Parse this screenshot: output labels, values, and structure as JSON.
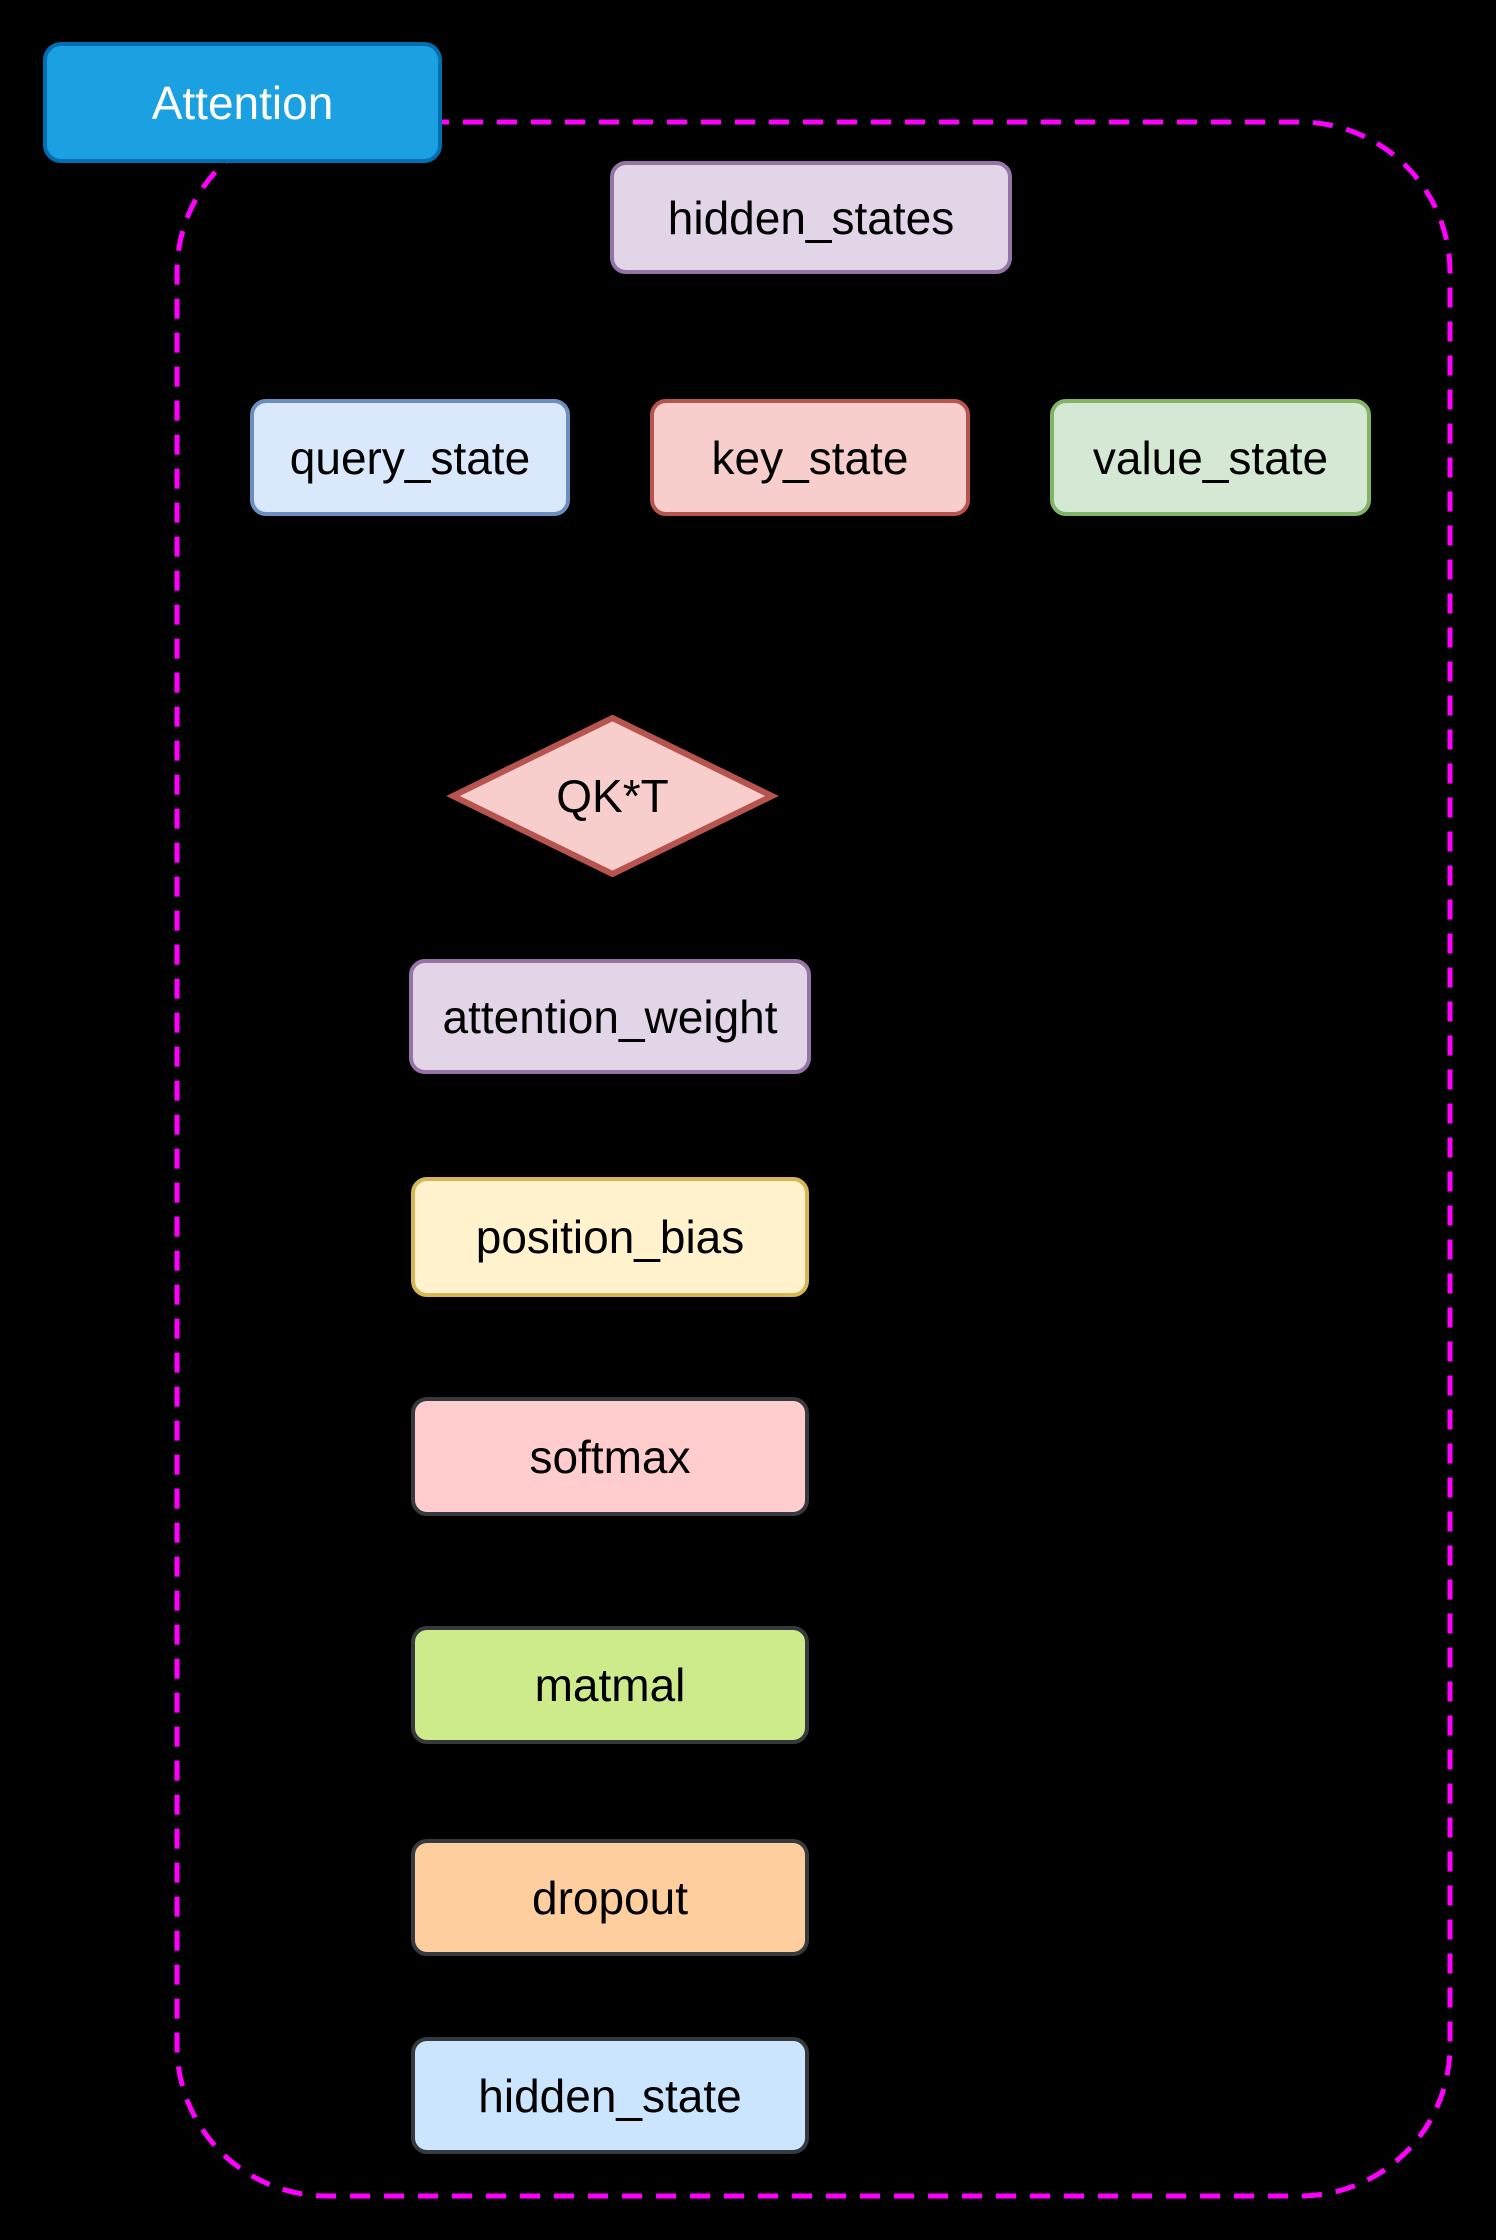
{
  "diagram": {
    "group": {
      "label": "Attention",
      "fill": "#1BA1E2",
      "border": "#006EAF",
      "text_color": "#FFFFFF",
      "container_border_color": "#FF00FF"
    },
    "background_color": "#000000",
    "node_text_color": "#000000",
    "nodes": [
      {
        "id": "hidden_states",
        "label": "hidden_states",
        "shape": "rounded-rect",
        "fill": "#E1D5E7",
        "border": "#9673A6"
      },
      {
        "id": "query_state",
        "label": "query_state",
        "shape": "rounded-rect",
        "fill": "#DAE8FC",
        "border": "#6C8EBF"
      },
      {
        "id": "key_state",
        "label": "key_state",
        "shape": "rounded-rect",
        "fill": "#F8CECC",
        "border": "#B85450"
      },
      {
        "id": "value_state",
        "label": "value_state",
        "shape": "rounded-rect",
        "fill": "#D5E8D4",
        "border": "#82B366"
      },
      {
        "id": "qkt",
        "label": "QK*T",
        "shape": "diamond",
        "fill": "#F8CECC",
        "border": "#B85450"
      },
      {
        "id": "attention_weight",
        "label": "attention_weight",
        "shape": "rounded-rect",
        "fill": "#E1D5E7",
        "border": "#9673A6"
      },
      {
        "id": "position_bias",
        "label": "position_bias",
        "shape": "rounded-rect",
        "fill": "#FFF2CC",
        "border": "#D6B656"
      },
      {
        "id": "softmax",
        "label": "softmax",
        "shape": "rounded-rect",
        "fill": "#FFCDCD",
        "border": "#36393D"
      },
      {
        "id": "matmal",
        "label": "matmal",
        "shape": "rounded-rect",
        "fill": "#CDEB8B",
        "border": "#36393D"
      },
      {
        "id": "dropout",
        "label": "dropout",
        "shape": "rounded-rect",
        "fill": "#FFCE9E",
        "border": "#36393D"
      },
      {
        "id": "hidden_state",
        "label": "hidden_state",
        "shape": "rounded-rect",
        "fill": "#CCE5FF",
        "border": "#36393D"
      }
    ]
  }
}
